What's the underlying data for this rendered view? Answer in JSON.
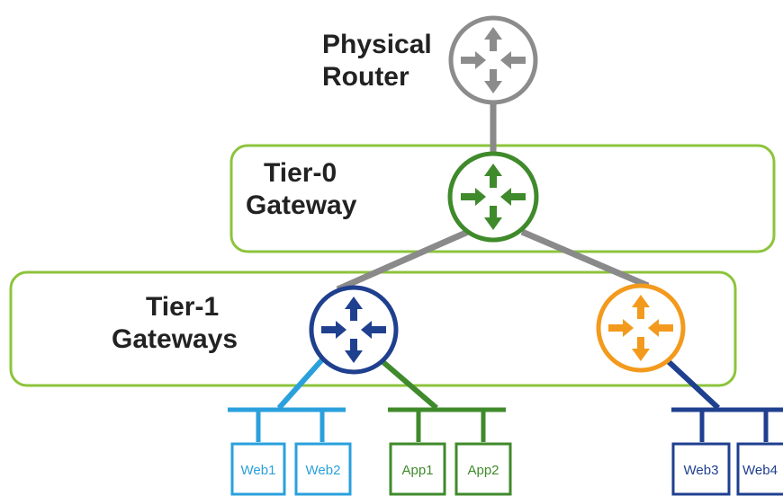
{
  "labels": {
    "physical_router": [
      "Physical",
      "Router"
    ],
    "tier0": [
      "Tier-0",
      "Gateway"
    ],
    "tier1": [
      "Tier-1",
      "Gateways"
    ]
  },
  "vms": {
    "web1": "Web1",
    "web2": "Web2",
    "app1": "App1",
    "app2": "App2",
    "web3": "Web3",
    "web4": "Web4"
  },
  "colors": {
    "physical_router": "#8c8c8c",
    "tier0_router": "#3f8a2b",
    "tier1_blue_router": "#1f3f8f",
    "tier1_orange_router": "#f39a1d",
    "gateway_box": "#8cc43c",
    "link": "#8a8a8a",
    "segment_web": "#2aa0dc",
    "segment_app": "#3f8a2b",
    "segment_web2": "#1f3f8f"
  }
}
